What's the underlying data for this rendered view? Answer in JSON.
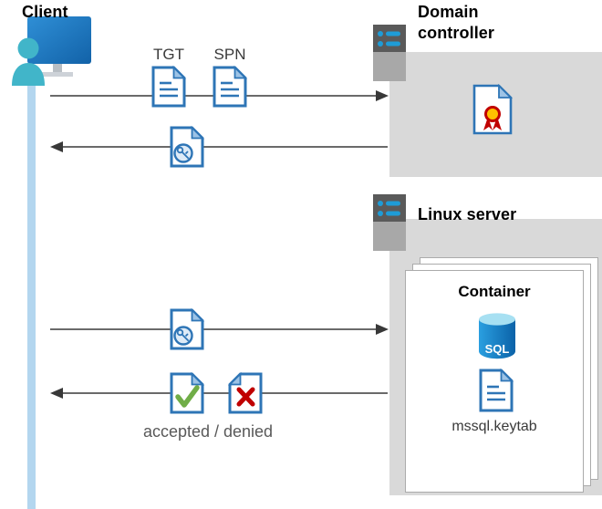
{
  "labels": {
    "client": "Client",
    "domain_controller": "Domain controller",
    "linux_server": "Linux server",
    "container": "Container",
    "tgt": "TGT",
    "spn": "SPN",
    "sql": "SQL",
    "keytab": "mssql.keytab",
    "accepted_denied": "accepted / denied"
  },
  "icons": [
    "client-workstation-icon",
    "server-tower-icon",
    "certificate-icon",
    "ticket-document-icon",
    "key-document-icon",
    "accepted-document-icon",
    "denied-document-icon",
    "sql-database-icon"
  ],
  "colors": {
    "document_blue": "#2e75b6",
    "document_fold_blue": "#9dc3e6",
    "lifeline_blue": "#b3d6ef",
    "panel_gray": "#d9d9d9",
    "arrow_gray": "#383838",
    "check_green": "#70ad47",
    "deny_red": "#c00000",
    "seal_gold": "#ffc000",
    "monitor_blue": "#1b74ce",
    "person_teal": "#41b5c9",
    "server_dark": "#5a5a5a",
    "server_light": "#a8a8a8",
    "server_led_blue": "#1e9cd7",
    "sql_cylinder_top": "#a7e0f2",
    "sql_cylinder_body": "#0f6fc6"
  }
}
